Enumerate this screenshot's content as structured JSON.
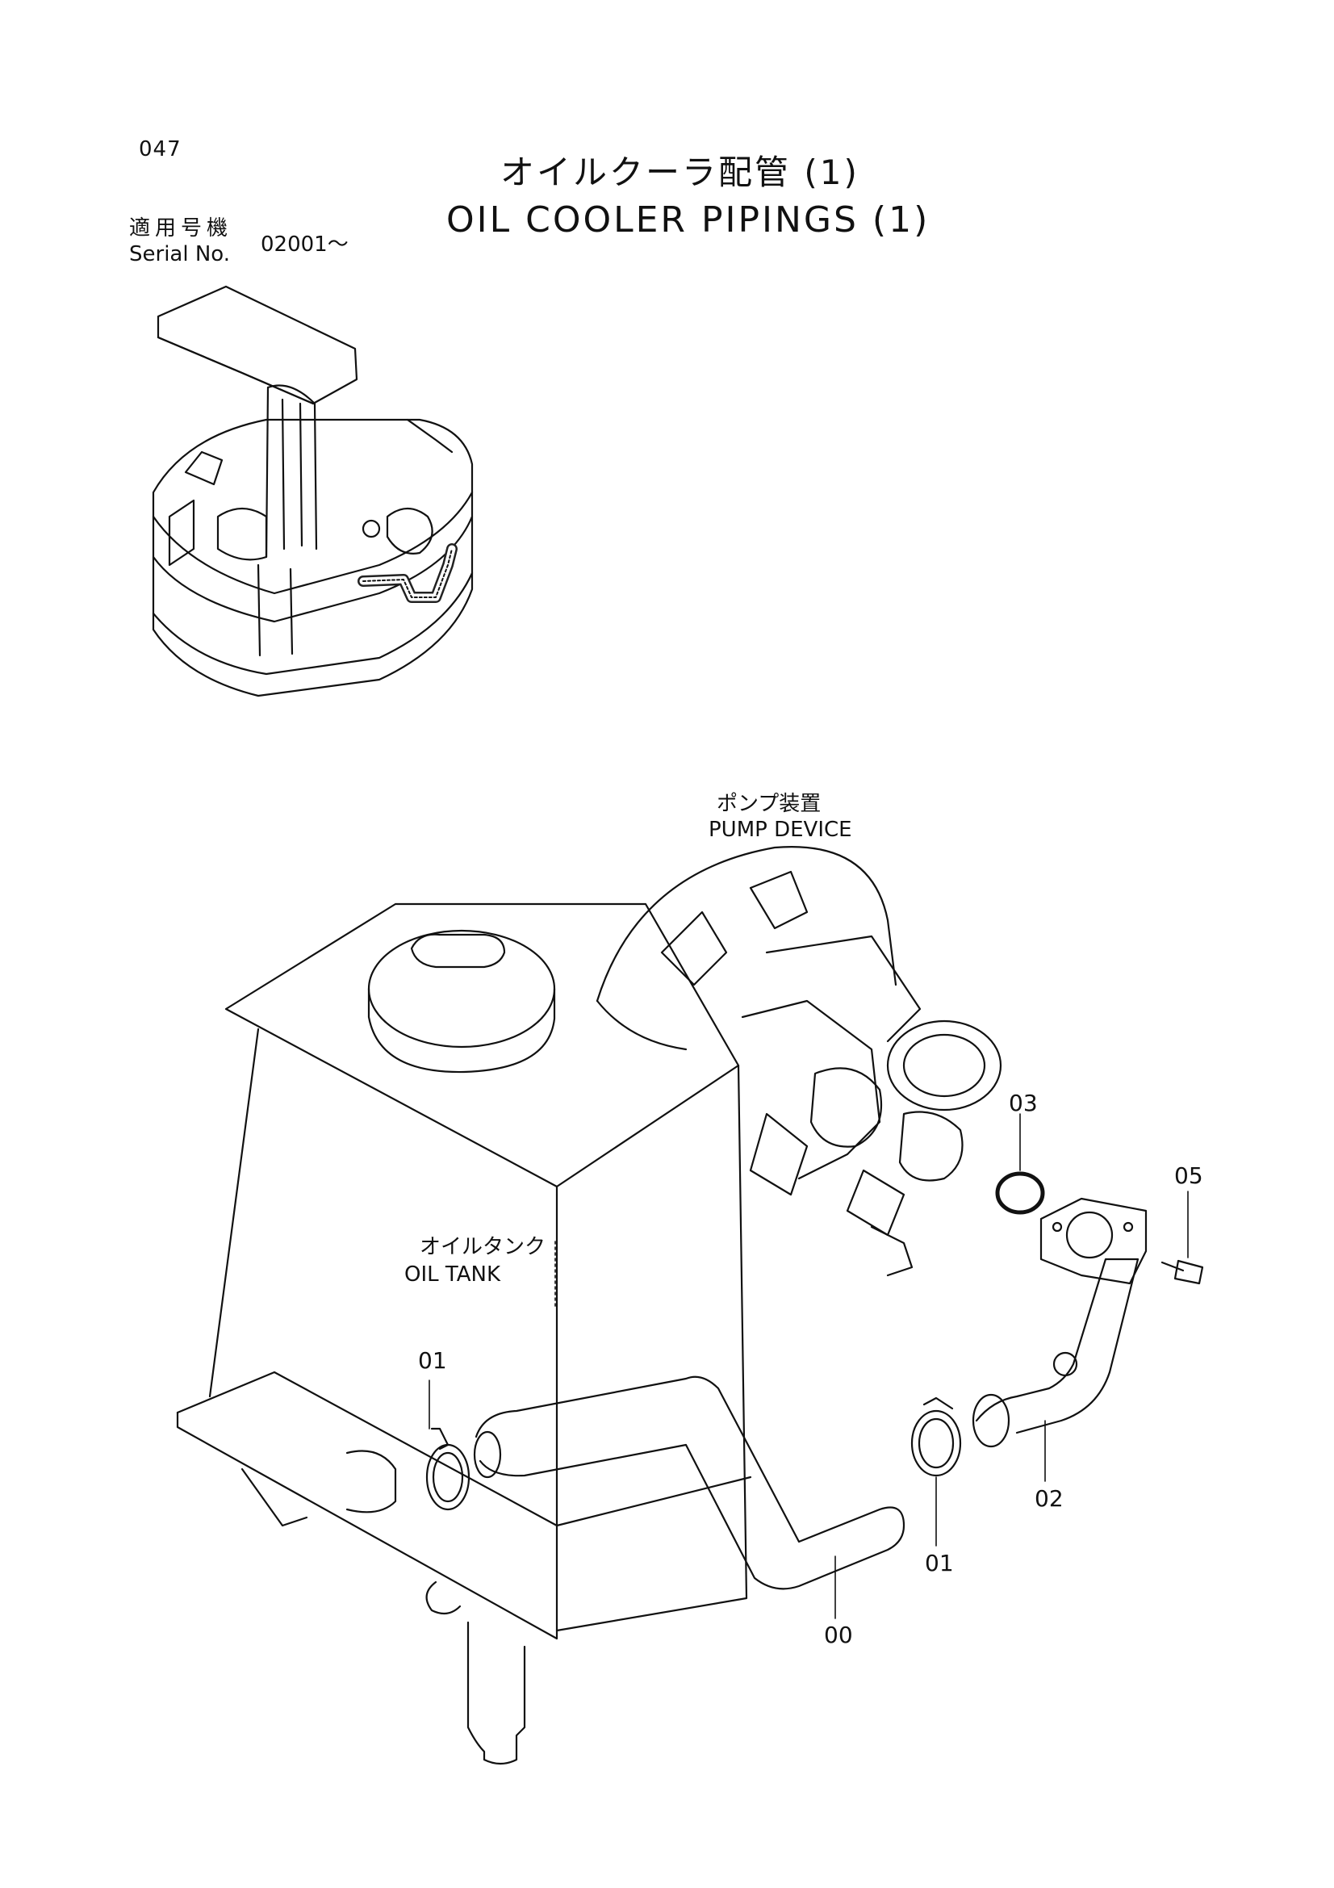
{
  "page": {
    "number": "047"
  },
  "title": {
    "jp": "オイルクーラ配管 (1)",
    "en": "OIL COOLER PIPINGS (1)"
  },
  "serial": {
    "label_jp": "適用号機",
    "label_en": "Serial No.",
    "value": "02001～"
  },
  "labels": {
    "pump_jp": "ポンプ装置",
    "pump_en": "PUMP DEVICE",
    "tank_jp": "オイルタンク",
    "tank_en": "OIL TANK"
  },
  "callouts": [
    "03",
    "05",
    "01",
    "01",
    "02",
    "00"
  ]
}
